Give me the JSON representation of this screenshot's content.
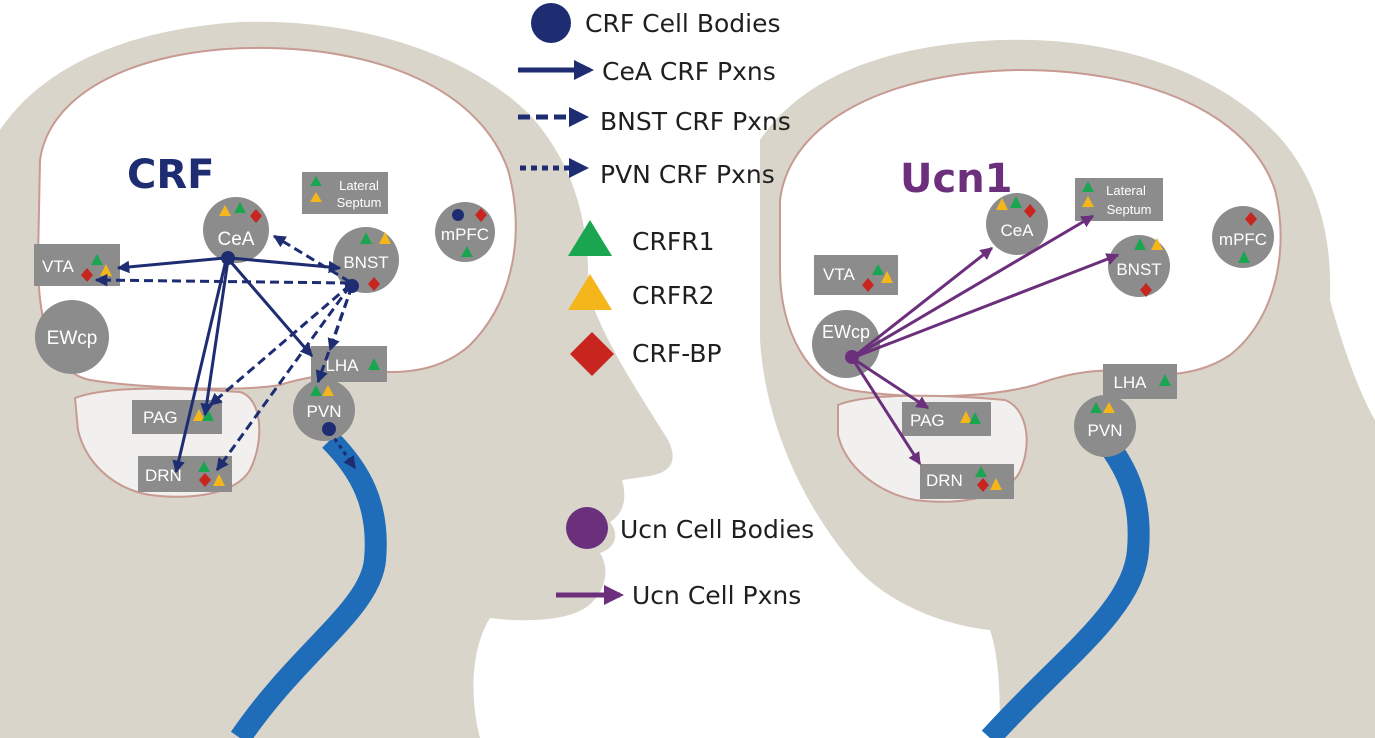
{
  "colors": {
    "crf_arrow": "#1e2d72",
    "ucn_arrow": "#6b2f7c",
    "region_fill": "#8c8c8c",
    "crfr1": "#1aa650",
    "crfr2": "#f5b61c",
    "crf_bp": "#c8251f",
    "head": "#d9d5ca",
    "brain": "#ffffff",
    "brain_edge": "#c79a92",
    "spinal_cord": "#1f6cb8"
  },
  "left_panel": {
    "title": "CRF",
    "regions": {
      "cea": "CeA",
      "bnst": "BNST",
      "lateral_septum_line1": "Lateral",
      "lateral_septum_line2": "Septum",
      "mpfc": "mPFC",
      "vta": "VTA",
      "ewcp": "EWcp",
      "lha": "LHA",
      "pvn": "PVN",
      "pag": "PAG",
      "drn": "DRN"
    }
  },
  "right_panel": {
    "title": "Ucn1",
    "regions": {
      "cea": "CeA",
      "bnst": "BNST",
      "lateral_septum_line1": "Lateral",
      "lateral_septum_line2": "Septum",
      "mpfc": "mPFC",
      "vta": "VTA",
      "ewcp": "EWcp",
      "lha": "LHA",
      "pvn": "PVN",
      "pag": "PAG",
      "drn": "DRN"
    }
  },
  "legend": {
    "crf_cell_bodies": "CRF Cell Bodies",
    "cea_pxns": "CeA CRF Pxns",
    "bnst_pxns": "BNST CRF Pxns",
    "pvn_pxns": "PVN CRF Pxns",
    "crfr1": "CRFR1",
    "crfr2": "CRFR2",
    "crf_bp": "CRF-BP",
    "ucn_cell_bodies": "Ucn Cell Bodies",
    "ucn_pxns": "Ucn Cell Pxns"
  }
}
